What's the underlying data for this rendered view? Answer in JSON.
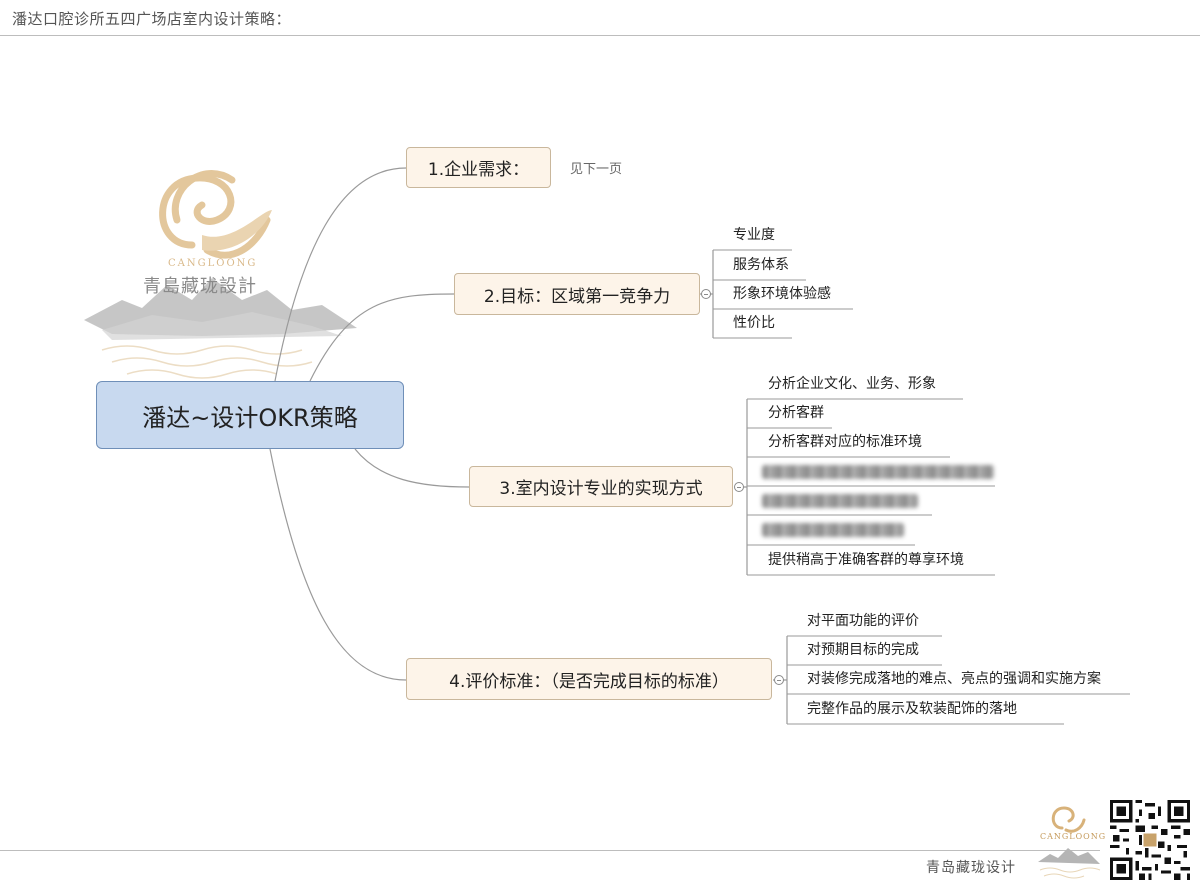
{
  "header": {
    "title": "潘达口腔诊所五四广场店室内设计策略："
  },
  "mindmap": {
    "root": "潘达~设计OKR策略",
    "branches": [
      {
        "label": "1.企业需求：",
        "note": "见下一页",
        "leaves": []
      },
      {
        "label": "2.目标：区域第一竞争力",
        "leaves": [
          "专业度",
          "服务体系",
          "形象环境体验感",
          "性价比"
        ]
      },
      {
        "label": "3.室内设计专业的实现方式",
        "leaves": [
          "分析企业文化、业务、形象",
          "分析客群",
          "分析客群对应的标准环境",
          "",
          "",
          "",
          "提供稍高于准确客群的尊享环境"
        ]
      },
      {
        "label": "4.评价标准：（是否完成目标的标准）",
        "leaves": [
          "对平面功能的评价",
          "对预期目标的完成",
          "对装修完成落地的难点、亮点的强调和实施方案",
          "完整作品的展示及软装配饰的落地"
        ]
      }
    ]
  },
  "watermark": {
    "brand_en": "CANGLOONG",
    "brand_cn": "青島藏珑設計"
  },
  "footer": {
    "brand_cn": "青岛藏珑设计",
    "brand_en": "CANGLOONG"
  },
  "colors": {
    "root_fill": "#c8d9ef",
    "branch_fill": "#fdf4e9",
    "line": "#9a9a9a",
    "gold": "#d9b98a"
  }
}
